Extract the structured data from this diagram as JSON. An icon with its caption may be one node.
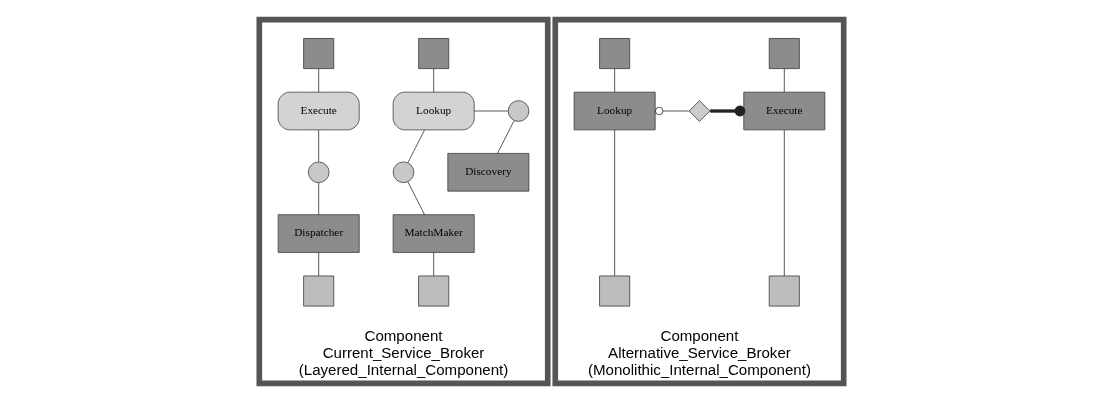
{
  "diagram": {
    "nodes": [
      {
        "text": [
          "Component",
          "Current_Service_Broker",
          "(Layered_Internal_Component)"
        ]
      },
      {
        "text": [],
        "shape": "box",
        "in": 0
      },
      {
        "text": [],
        "shape": "box",
        "in": 0
      },
      {
        "text": [
          "Lookup"
        ],
        "in": 0
      },
      {
        "text": [],
        "shape": "circle",
        "in": 0
      },
      {
        "text": [
          "Execute"
        ],
        "in": 0
      },
      {
        "text": [],
        "shape": "circle",
        "in": 0
      },
      {
        "text": [
          "Discovery"
        ],
        "in": 0
      },
      {
        "text": [],
        "shape": "circle",
        "in": 0
      },
      {
        "text": [
          "MatchMaker"
        ],
        "in": 0
      },
      {
        "text": [
          "Dispatcher"
        ],
        "in": 0
      },
      {
        "text": [],
        "shape": "box",
        "in": 0
      },
      {
        "text": [],
        "shape": "box",
        "in": 0
      },
      {
        "text": [
          "Component",
          "Alternative_Service_Broker",
          "(Monolithic_Internal_Component)"
        ]
      },
      {
        "text": [],
        "shape": "box",
        "in": 13
      },
      {
        "text": [],
        "shape": "box",
        "in": 13
      },
      {
        "text": [
          "Lookup"
        ],
        "in": 13
      },
      {
        "text": [],
        "shape": "diamond",
        "in": 13
      },
      {
        "text": [
          "Execute"
        ],
        "in": 13
      },
      {
        "text": [],
        "shape": "box",
        "in": 13
      },
      {
        "text": [],
        "shape": "box",
        "in": 13
      }
    ],
    "edges": [
      {
        "from": 1,
        "to": 3,
        "arrow": "none"
      },
      {
        "from": 2,
        "to": 5,
        "arrow": "none"
      },
      {
        "from": 3,
        "to": 4,
        "arrow": "none"
      },
      {
        "from": 4,
        "to": 7,
        "arrow": "none"
      },
      {
        "from": 3,
        "to": 6,
        "arrow": "none"
      },
      {
        "from": 6,
        "to": 9,
        "arrow": "none"
      },
      {
        "from": 5,
        "to": 8,
        "arrow": "none"
      },
      {
        "from": 8,
        "to": 10,
        "arrow": "none"
      },
      {
        "from": 9,
        "to": 11,
        "arrow": "none"
      },
      {
        "from": 10,
        "to": 12,
        "arrow": "none"
      },
      {
        "from": 14,
        "to": 16,
        "arrow": "none"
      },
      {
        "from": 15,
        "to": 18,
        "arrow": "none"
      },
      {
        "from": 16,
        "to": 17,
        "arrow": "other"
      },
      {
        "from": 17,
        "to": 18,
        "arrow": "other",
        "style": "thick"
      },
      {
        "from": 16,
        "to": 19,
        "arrow": "none"
      },
      {
        "from": 18,
        "to": 20,
        "arrow": "none"
      }
    ]
  }
}
